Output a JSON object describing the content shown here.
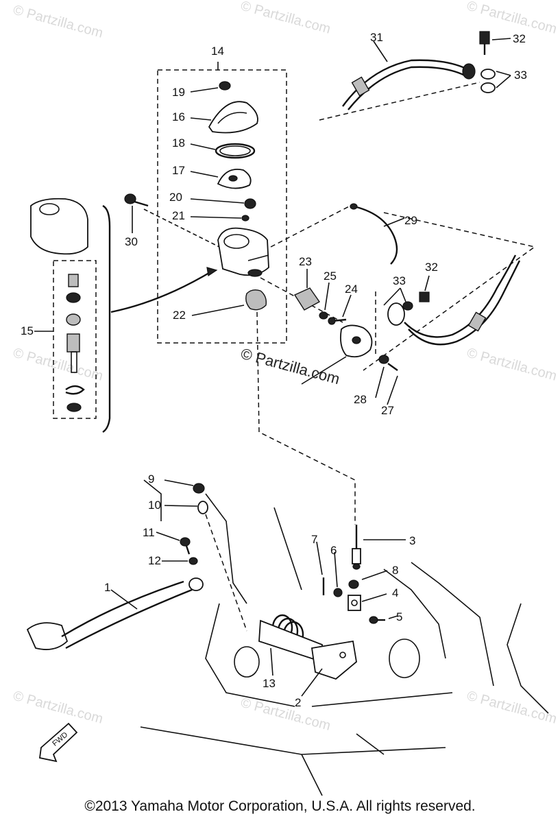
{
  "watermarks": {
    "brand": "© Partzilla.com",
    "center": "© Partzilla.com"
  },
  "callouts": {
    "c1": "1",
    "c2": "2",
    "c3": "3",
    "c4": "4",
    "c5": "5",
    "c6": "6",
    "c7": "7",
    "c8": "8",
    "c9": "9",
    "c10": "10",
    "c11": "11",
    "c12": "12",
    "c13": "13",
    "c14": "14",
    "c15": "15",
    "c16": "16",
    "c17": "17",
    "c18": "18",
    "c19": "19",
    "c20": "20",
    "c21": "21",
    "c22": "22",
    "c23": "23",
    "c24": "24",
    "c25": "25",
    "c27": "27",
    "c28": "28",
    "c29": "29",
    "c30": "30",
    "c31": "31",
    "c32a": "32",
    "c32b": "32",
    "c33a": "33",
    "c33b": "33"
  },
  "fwd_arrow_label": "FWD",
  "copyright": "©2013  Yamaha Motor Corporation, U.S.A. All rights reserved."
}
